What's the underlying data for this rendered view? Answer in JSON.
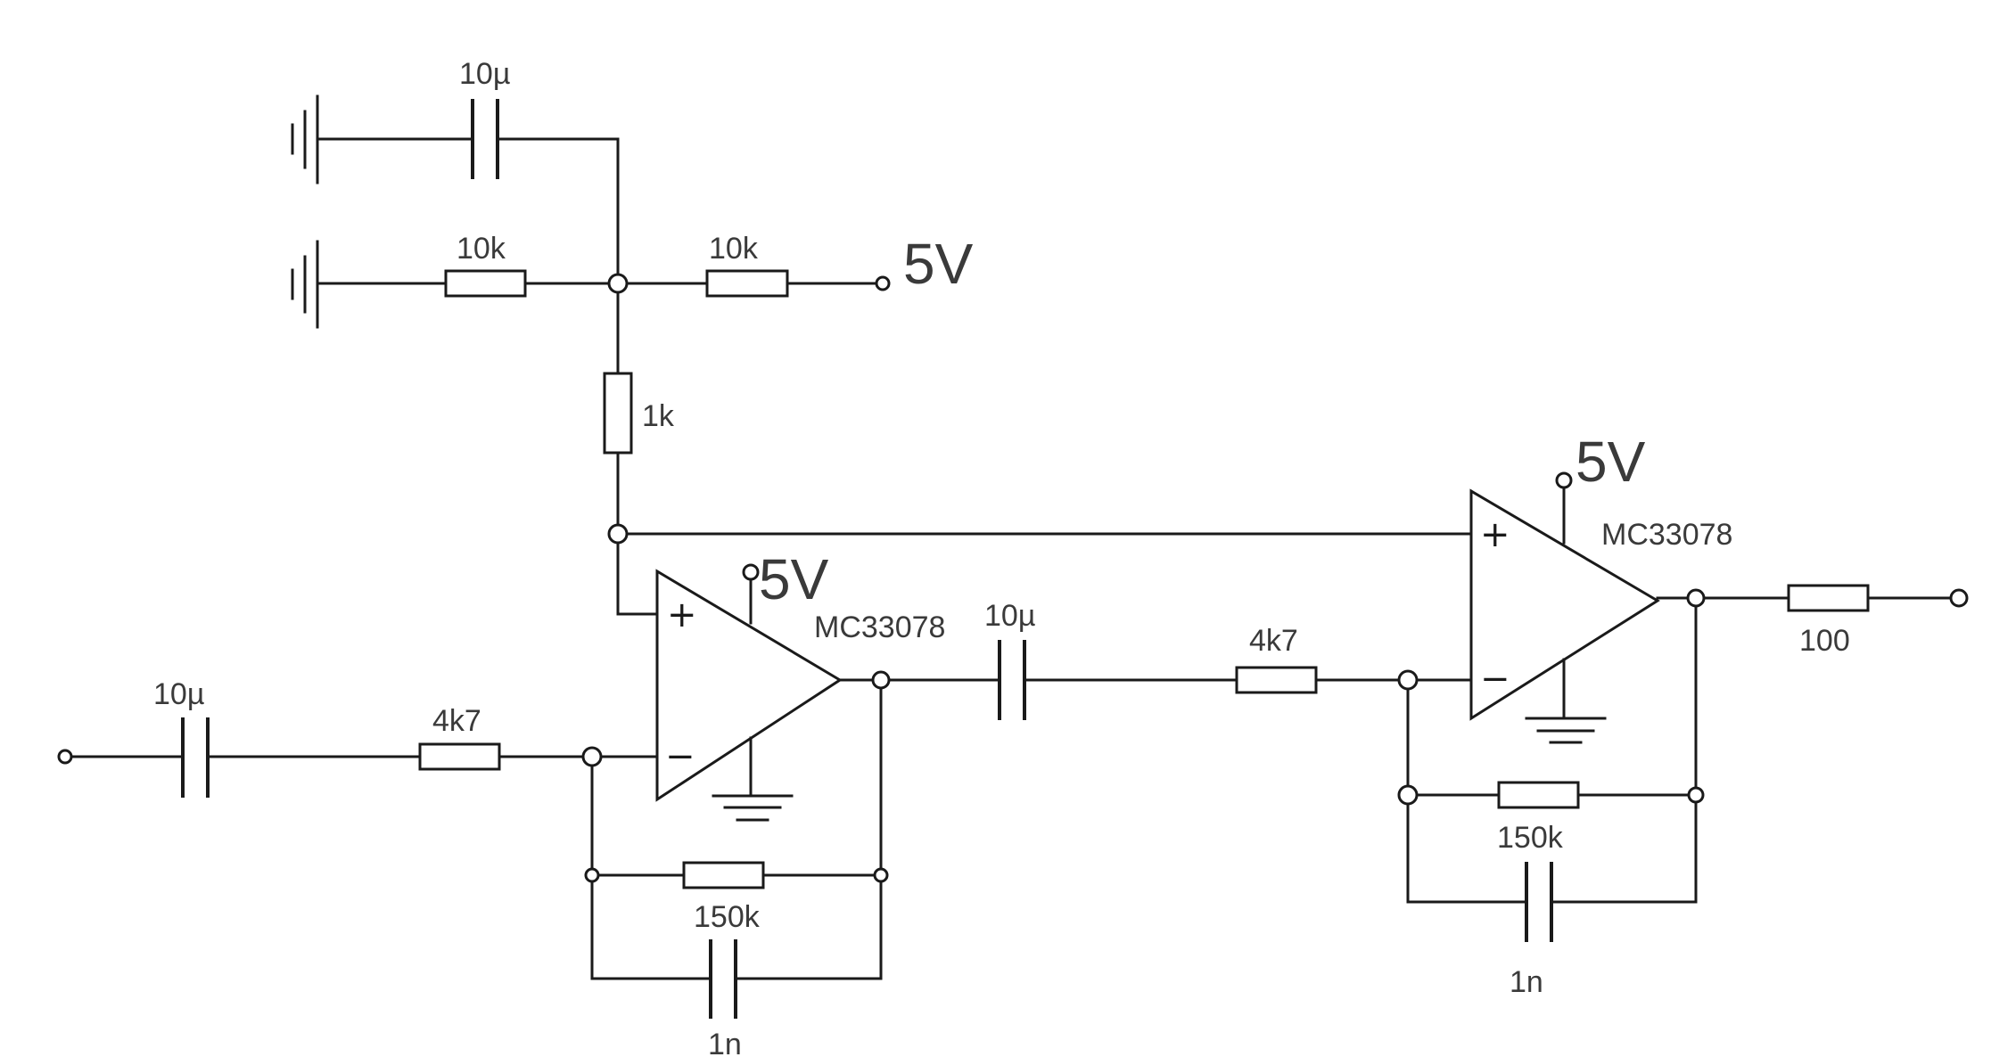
{
  "labels": {
    "c_top": "10µ",
    "r_gnd": "10k",
    "r_vcc": "10k",
    "vcc_top": "5V",
    "r_bias": "1k",
    "c_in": "10µ",
    "r_in": "4k7",
    "vcc_a1": "5V",
    "a1": "MC33078",
    "c_mid": "10µ",
    "r_fb1": "150k",
    "c_fb1": "1n",
    "r_mid": "4k7",
    "vcc_a2": "5V",
    "a2": "MC33078",
    "r_out": "100",
    "r_fb2": "150k",
    "c_fb2": "1n"
  },
  "opamp_signs": {
    "plus": "+",
    "minus": "−"
  }
}
